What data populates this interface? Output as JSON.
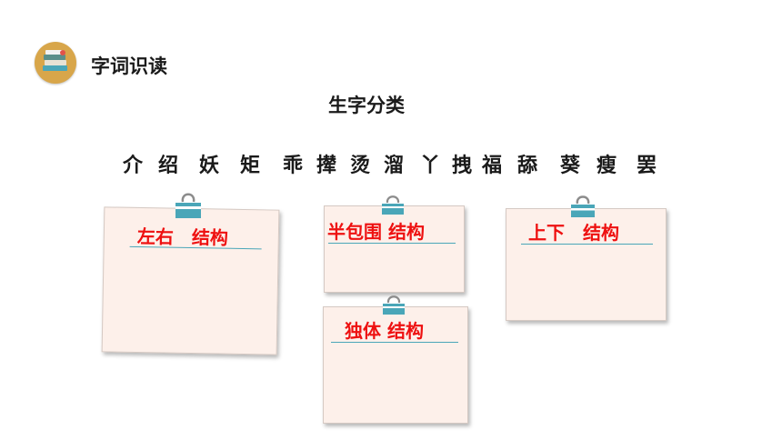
{
  "header": {
    "title": "字词识读",
    "icon": "books-icon",
    "icon_color": "#d8a64a"
  },
  "subtitle": "生字分类",
  "characters": [
    "介",
    "绍",
    "妖",
    "矩",
    "乖",
    "撵",
    "烫",
    "溜",
    "丫",
    "拽",
    "福",
    "舔",
    "葵",
    "瘦",
    "罢"
  ],
  "cards": [
    {
      "title": "左右　结构"
    },
    {
      "title": "半包围 结构"
    },
    {
      "title": "上下　结构"
    },
    {
      "title": "独体 结构"
    }
  ],
  "colors": {
    "card_title": "#ee1111",
    "card_bg": "#fdf0ea",
    "underline": "#4aa6b8",
    "clip": "#4aa6b8"
  }
}
